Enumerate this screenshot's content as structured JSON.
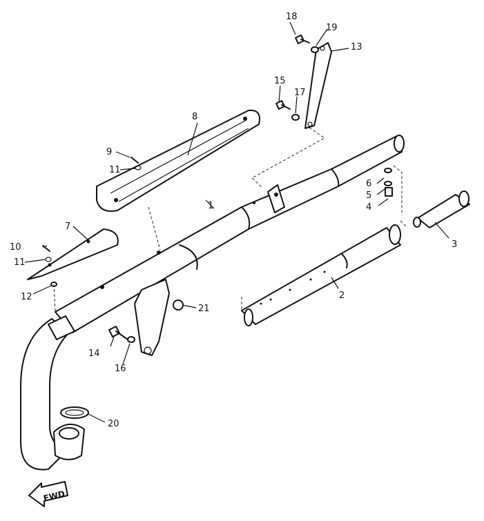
{
  "callouts": {
    "1": "1",
    "2": "2",
    "3": "3",
    "4": "4",
    "5": "5",
    "6": "6",
    "7": "7",
    "8": "8",
    "9": "9",
    "10": "10",
    "11a": "11",
    "11b": "11",
    "12": "12",
    "13": "13",
    "14": "14",
    "15": "15",
    "16": "16",
    "17": "17",
    "18": "18",
    "19": "19",
    "20": "20",
    "21": "21"
  },
  "fwd_label": "FWD"
}
